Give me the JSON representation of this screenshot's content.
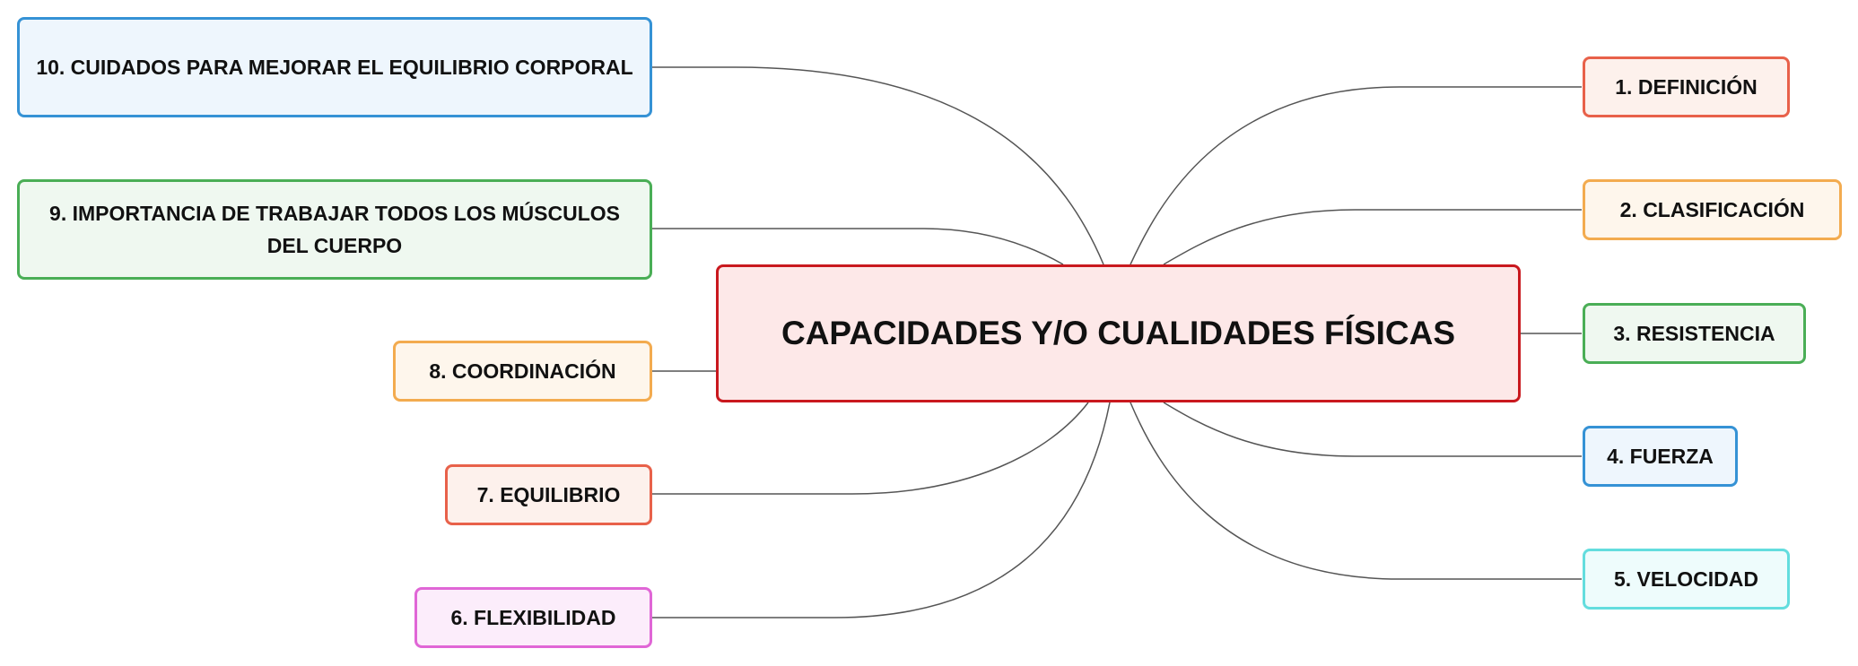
{
  "central_topic": "CAPACIDADES Y/O CUALIDADES FÍSICAS",
  "branches": [
    {
      "label": "1. DEFINICIÓN",
      "color": "#e8614a"
    },
    {
      "label": "2. CLASIFICACIÓN",
      "color": "#f3ab4f"
    },
    {
      "label": "3. RESISTENCIA",
      "color": "#4aae56"
    },
    {
      "label": "4. FUERZA",
      "color": "#3592d5"
    },
    {
      "label": "5. VELOCIDAD",
      "color": "#63ddde"
    },
    {
      "label": "6. FLEXIBILIDAD",
      "color": "#e066d6"
    },
    {
      "label": "7. EQUILIBRIO",
      "color": "#e8614a"
    },
    {
      "label": "8. COORDINACIÓN",
      "color": "#f3ab4f"
    },
    {
      "label": "9. IMPORTANCIA DE TRABAJAR TODOS LOS MÚSCULOS DEL CUERPO",
      "color": "#4aae56"
    },
    {
      "label": "10. CUIDADOS PARA MEJORAR EL EQUILIBRIO CORPORAL",
      "color": "#3592d5"
    }
  ]
}
